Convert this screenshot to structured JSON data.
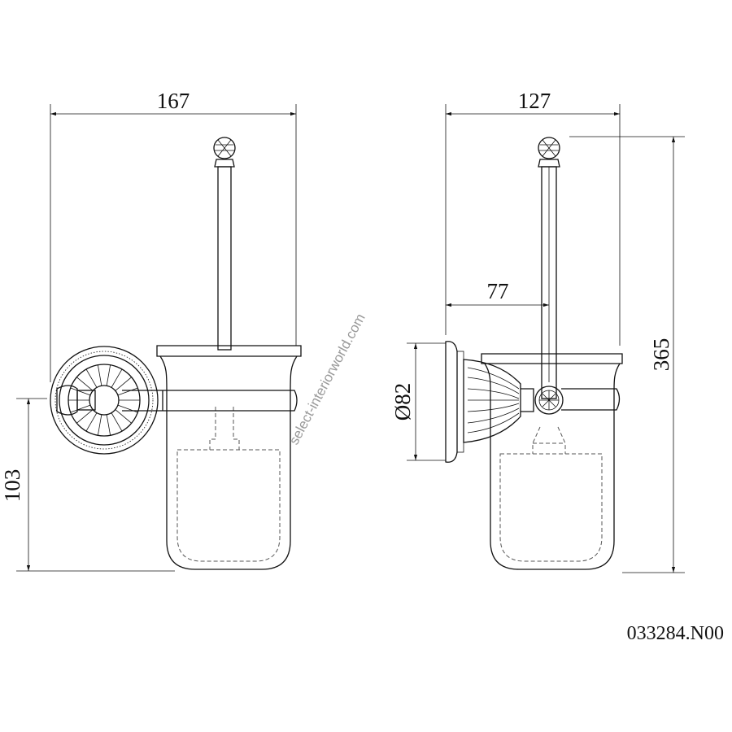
{
  "dimensions": {
    "width_front": "167",
    "depth_side": "127",
    "projection": "77",
    "height_total": "365",
    "mount_height": "103",
    "plate_diameter": "Ø82"
  },
  "product_code": "033284.N00",
  "watermark": "select-interiorworld.com"
}
